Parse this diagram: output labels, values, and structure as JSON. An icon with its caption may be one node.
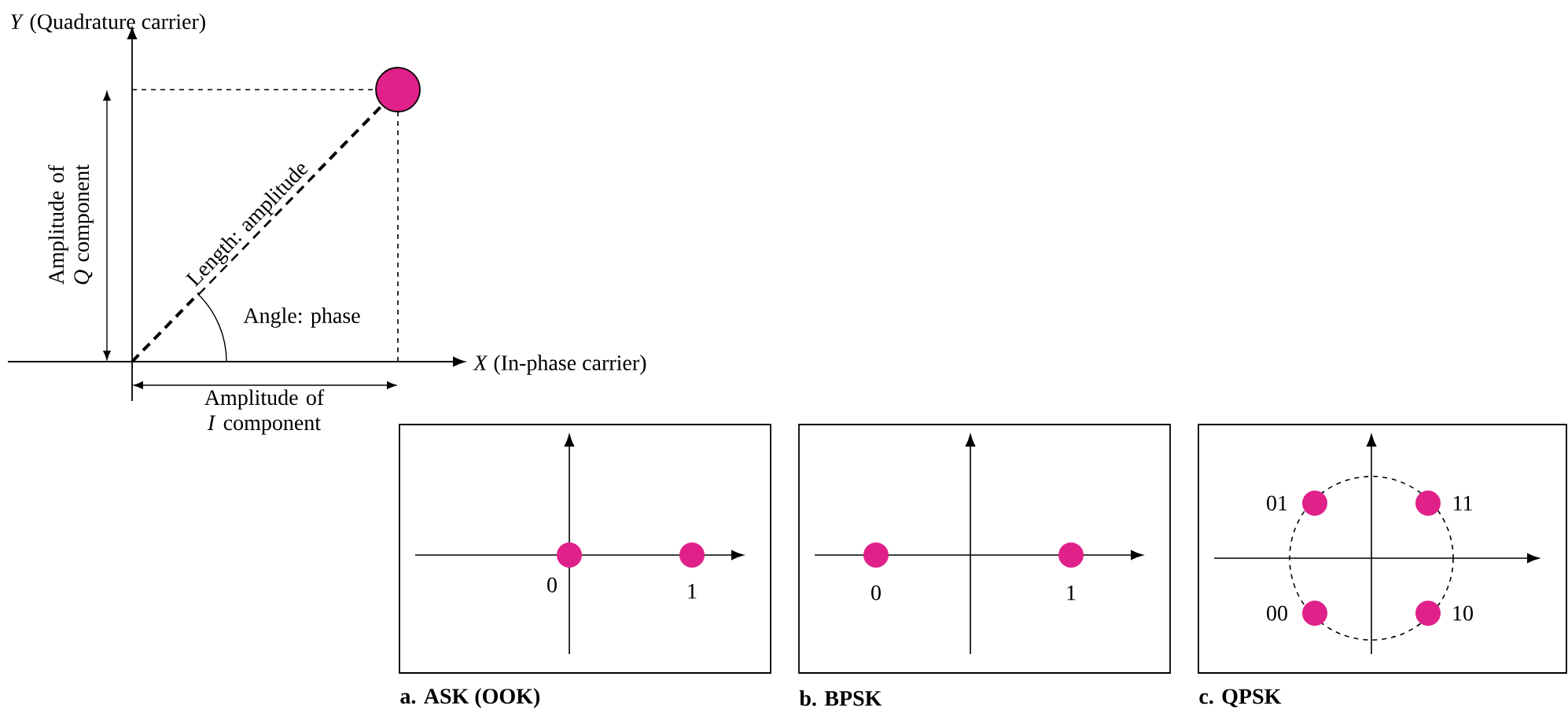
{
  "diagram": {
    "nodes": [
      {
        "text": [
          "a. ASK (OOK)"
        ]
      },
      {
        "text": [
          "b. BPSK"
        ]
      },
      {
        "text": [
          "c. QPSK"
        ]
      }
    ],
    "labels": [
      "*Y* (Quadrature carrier)",
      "Length: amplitude",
      "Angle: phase",
      "Amplitude of *Q* component",
      "*X* (In-phase carrier)",
      "Amplitude of *I* component",
      "0",
      "1",
      "0",
      "1",
      "01",
      "11",
      "00",
      "10"
    ]
  }
}
